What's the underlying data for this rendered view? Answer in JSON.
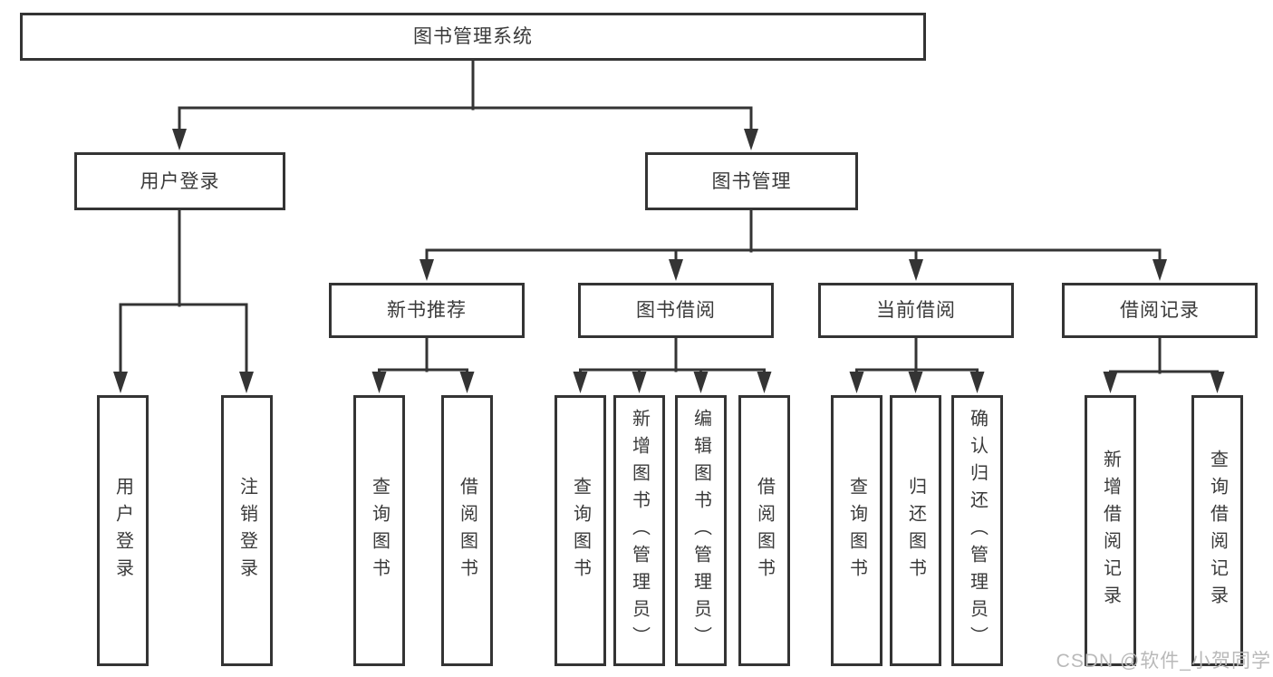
{
  "diagram": {
    "root": {
      "label": "图书管理系统"
    },
    "branches": [
      {
        "label": "用户登录",
        "children": [
          {
            "label": "用户登录"
          },
          {
            "label": "注销登录"
          }
        ]
      },
      {
        "label": "图书管理",
        "children": [
          {
            "label": "新书推荐",
            "children": [
              {
                "label": "查询图书"
              },
              {
                "label": "借阅图书"
              }
            ]
          },
          {
            "label": "图书借阅",
            "children": [
              {
                "label": "查询图书"
              },
              {
                "label": "新增图书（管理员）"
              },
              {
                "label": "编辑图书（管理员）"
              },
              {
                "label": "借阅图书"
              }
            ]
          },
          {
            "label": "当前借阅",
            "children": [
              {
                "label": "查询图书"
              },
              {
                "label": "归还图书"
              },
              {
                "label": "确认归还（管理员）"
              }
            ]
          },
          {
            "label": "借阅记录",
            "children": [
              {
                "label": "新增借阅记录"
              },
              {
                "label": "查询借阅记录"
              }
            ]
          }
        ]
      }
    ]
  },
  "watermark": {
    "text": "CSDN @软件_小贺同学"
  },
  "colors": {
    "line": "#343434",
    "text": "#3a3a3a",
    "watermark": "#b9b9b9",
    "background": "#ffffff"
  }
}
